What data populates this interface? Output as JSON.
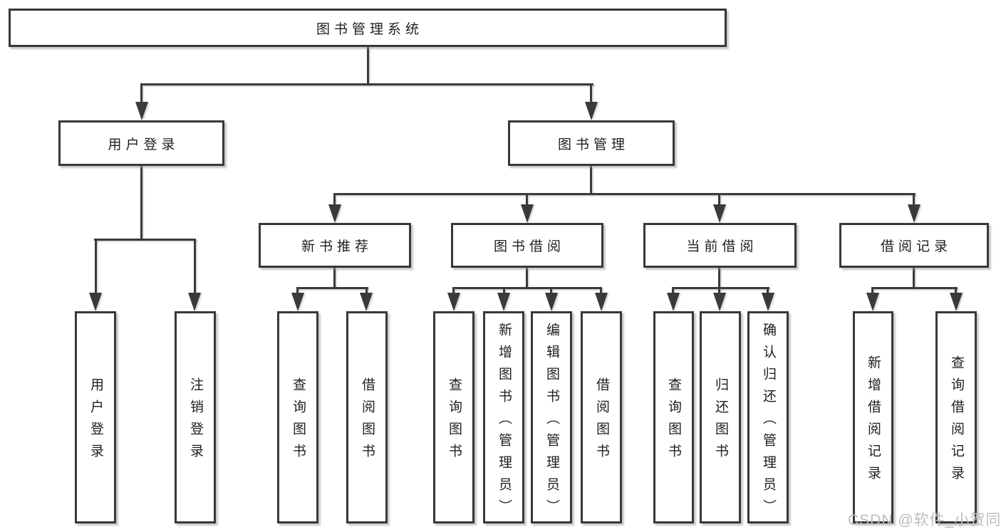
{
  "diagram": {
    "root": {
      "label": "图书管理系统"
    },
    "level2": [
      {
        "label": "用户登录"
      },
      {
        "label": "图书管理"
      }
    ],
    "level3": [
      {
        "label": "新书推荐"
      },
      {
        "label": "图书借阅"
      },
      {
        "label": "当前借阅"
      },
      {
        "label": "借阅记录"
      }
    ],
    "leaves": {
      "login": [
        "用户登录",
        "注销登录"
      ],
      "recommend": [
        "查询图书",
        "借阅图书"
      ],
      "borrow": [
        "查询图书",
        "新增图书（管理员）",
        "编辑图书（管理员）",
        "借阅图书"
      ],
      "current": [
        "查询图书",
        "归还图书",
        "确认归还（管理员）"
      ],
      "records": [
        "新增借阅记录",
        "查询借阅记录"
      ]
    }
  },
  "watermark": {
    "text": "CSDN @软件_小贺同学"
  },
  "colors": {
    "line": "#3a3a3a",
    "box_border": "#383838",
    "box_fill": "#ffffff",
    "text": "#1f1f1f",
    "watermark": "#bdbdbd",
    "background": "#ffffff"
  }
}
